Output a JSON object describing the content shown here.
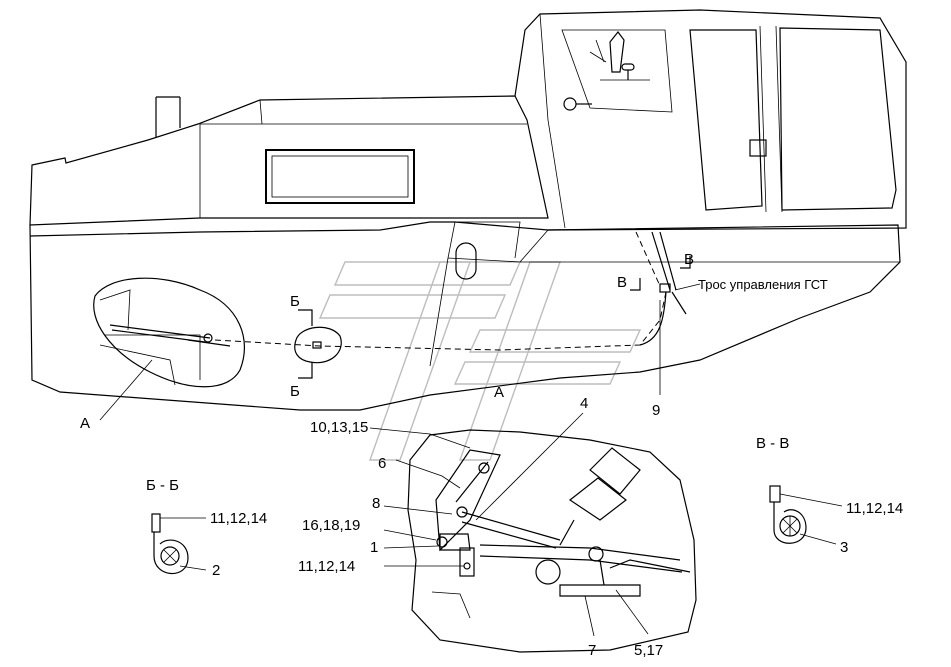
{
  "labels": {
    "cable_label": "Трос управления ГСТ",
    "view_a_left": "А",
    "view_a_detail": "А",
    "section_bb_mark_top": "Б",
    "section_bb_mark_bottom": "Б",
    "section_vv_mark_left": "В",
    "section_vv_mark_right": "В",
    "section_bb_title": "Б - Б",
    "section_vv_title": "В - В",
    "pos_9": "9",
    "pos_10_13_15": "10,13,15",
    "pos_4": "4",
    "pos_6": "6",
    "pos_8": "8",
    "pos_16_18_19": "16,18,19",
    "pos_1": "1",
    "pos_11_12_14_detail": "11,12,14",
    "pos_11_12_14_bb": "11,12,14",
    "pos_2": "2",
    "pos_11_12_14_vv": "11,12,14",
    "pos_3": "3",
    "pos_7": "7",
    "pos_5_17": "5,17"
  },
  "icons": {
    "watermark": "logo-watermark-icon",
    "door_handle": "door-handle-icon",
    "lever": "control-lever-icon"
  },
  "colors": {
    "line": "#000000",
    "background": "#ffffff",
    "watermark": "#bdbdbd"
  }
}
